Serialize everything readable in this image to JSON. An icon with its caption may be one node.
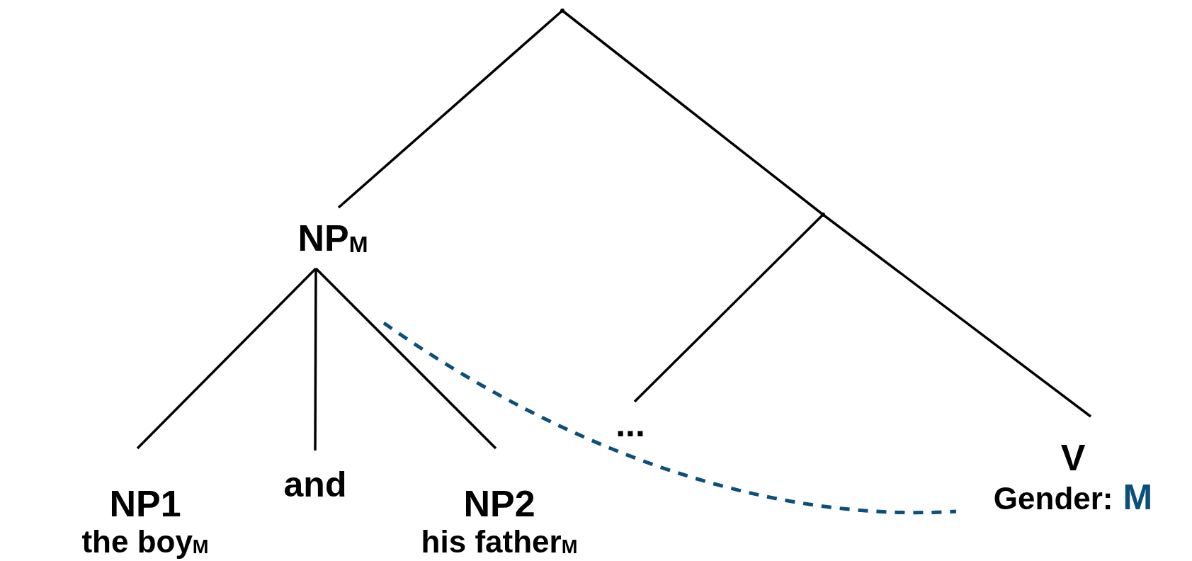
{
  "diagram": {
    "nodes": [
      {
        "text": [],
        "shape": "point"
      },
      {
        "text": [
          "NP$_{M}$"
        ]
      },
      {
        "text": [],
        "shape": "point"
      },
      {
        "text": [
          "NP1",
          "the boy$_{M}$"
        ]
      },
      {
        "text": [
          "and"
        ]
      },
      {
        "text": [
          "NP2",
          "his father$_{M}$"
        ]
      },
      {
        "text": [
          "..."
        ]
      },
      {
        "text": [
          "V",
          "Gender:",
          "M"
        ]
      }
    ],
    "edges": [
      {
        "from": 0,
        "to": 1,
        "arrow": "none"
      },
      {
        "from": 0,
        "to": 2,
        "arrow": "none"
      },
      {
        "from": 2,
        "to": 6,
        "arrow": "none"
      },
      {
        "from": 2,
        "to": 7,
        "arrow": "none"
      },
      {
        "from": 1,
        "to": 3,
        "arrow": "none"
      },
      {
        "from": 1,
        "to": 4,
        "arrow": "none"
      },
      {
        "from": 1,
        "to": 5,
        "arrow": "none"
      },
      {
        "from": 1,
        "to": 7,
        "arrow": "none",
        "style": "dashed",
        "color": "#0b4f7c"
      }
    ]
  }
}
